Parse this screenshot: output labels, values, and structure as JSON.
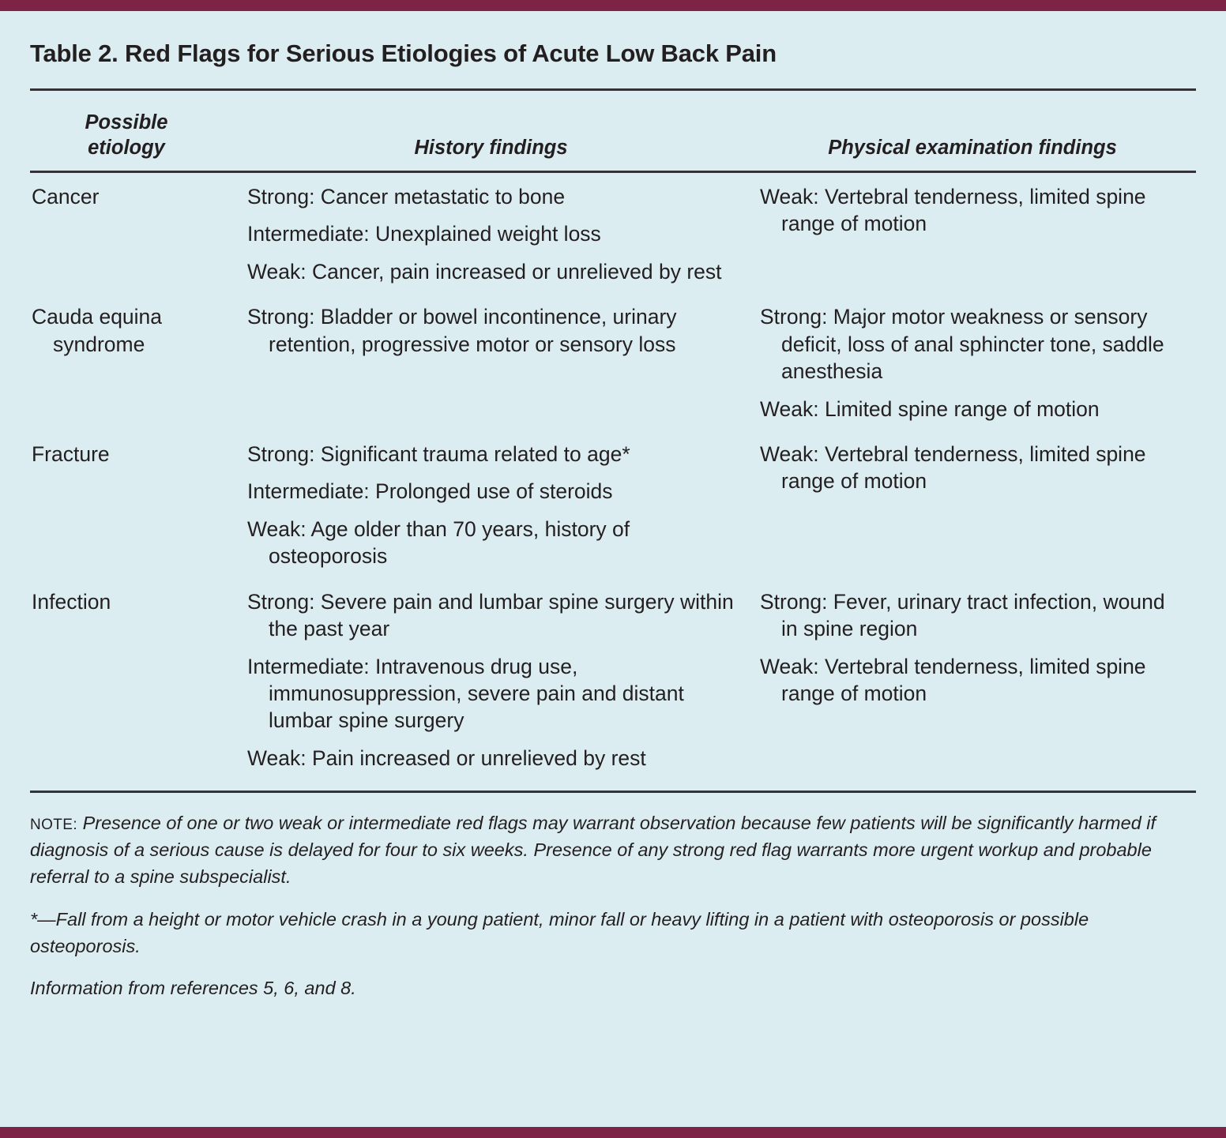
{
  "table": {
    "title": "Table 2. Red Flags for Serious Etiologies of Acute Low Back Pain",
    "columns": {
      "etiology": "Possible\netiology",
      "etiology_line1": "Possible",
      "etiology_line2": "etiology",
      "history": "History findings",
      "physical": "Physical examination findings"
    },
    "rows": [
      {
        "etiology": "Cancer",
        "history": [
          "Strong: Cancer metastatic to bone",
          "Intermediate: Unexplained weight loss",
          "Weak: Cancer, pain increased or unrelieved by rest"
        ],
        "physical": [
          "Weak: Vertebral tenderness, limited spine range of motion"
        ]
      },
      {
        "etiology": "Cauda equina syndrome",
        "history": [
          "Strong: Bladder or bowel incontinence, urinary retention, progressive motor or sensory loss"
        ],
        "physical": [
          "Strong: Major motor weakness or sensory deficit, loss of anal sphincter tone, saddle anesthesia",
          "Weak: Limited spine range of motion"
        ]
      },
      {
        "etiology": "Fracture",
        "history": [
          "Strong: Significant trauma related to age*",
          "Intermediate: Prolonged use of steroids",
          "Weak: Age older than 70 years, history of osteoporosis"
        ],
        "physical": [
          "Weak: Vertebral tenderness, limited spine range of motion"
        ]
      },
      {
        "etiology": "Infection",
        "history": [
          "Strong: Severe pain and lumbar spine surgery within the past year",
          "Intermediate: Intravenous drug use, immunosuppression, severe pain and distant lumbar spine surgery",
          "Weak: Pain increased or unrelieved by rest"
        ],
        "physical": [
          "Strong: Fever, urinary tract infection, wound in spine region",
          "Weak: Vertebral tenderness, limited spine range of motion"
        ]
      }
    ],
    "footnotes": {
      "note_label": "NOTE:",
      "note_text": "Presence of one or two weak or intermediate red flags may warrant observation because few patients will be significantly harmed if diagnosis of a serious cause is delayed for four to six weeks. Presence of any strong red flag warrants more urgent workup and probable referral to a spine subspecialist.",
      "asterisk": "*—Fall from a height or motor vehicle crash in a young patient, minor fall or heavy lifting in a patient with osteoporosis or possible osteoporosis.",
      "source": "Information from references 5, 6, and 8."
    },
    "colors": {
      "accent_bar": "#7d2346",
      "background": "#dcedf2",
      "text": "#231f20",
      "rule": "#333338"
    }
  }
}
